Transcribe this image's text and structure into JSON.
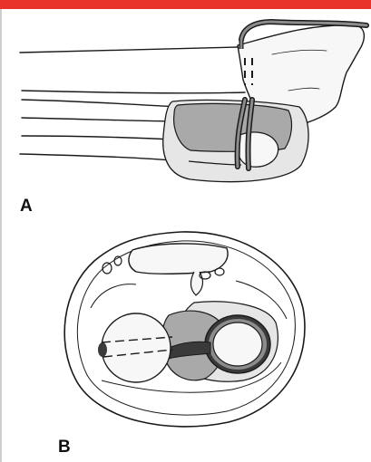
{
  "header": {
    "bar_color": "#e8322a"
  },
  "panels": [
    {
      "id": "A",
      "label": "A"
    },
    {
      "id": "B",
      "label": "B"
    }
  ],
  "colors": {
    "outline": "#1a1a1a",
    "light_fill": "#e6e6e6",
    "mid_fill": "#a9a9a9",
    "dark_fill": "#7a7a7a",
    "bone_fill": "#f7f7f7",
    "band_fill": "#8c8c8c"
  },
  "icons": [
    "forearm-illustration",
    "cross-section-illustration"
  ]
}
